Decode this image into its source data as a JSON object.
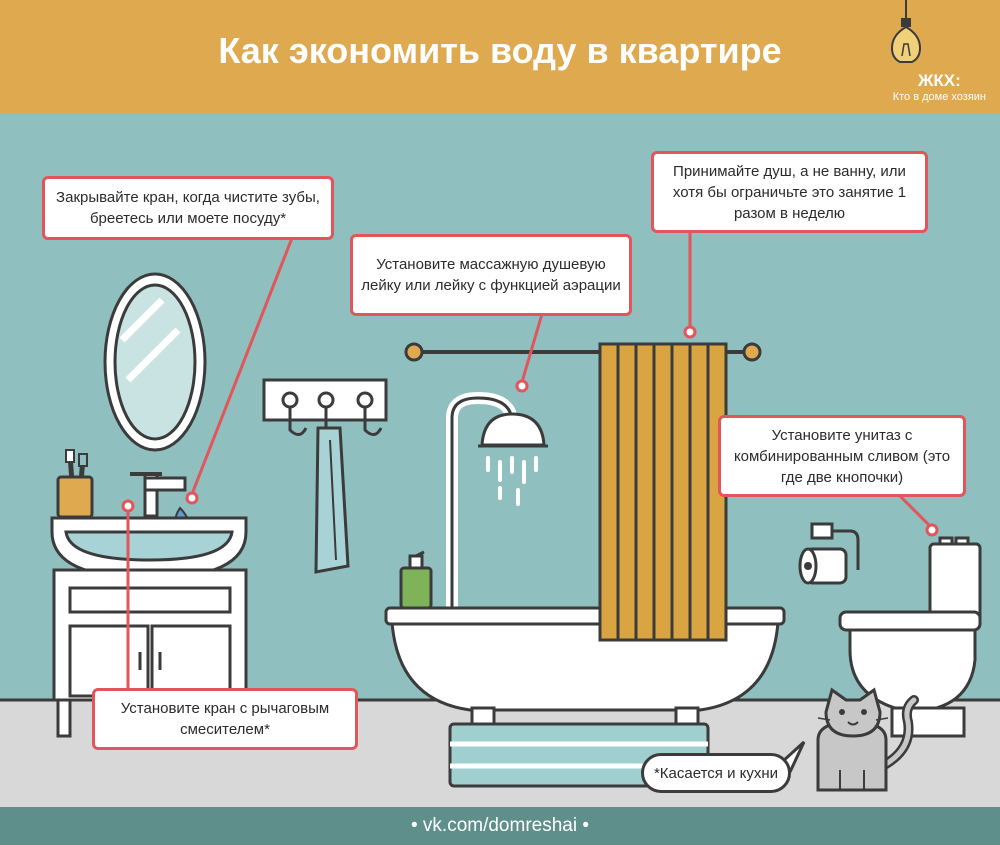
{
  "header": {
    "title": "Как экономить воду в квартире",
    "brand_name": "ЖКХ:",
    "brand_tagline": "Кто в доме хозяин"
  },
  "tips": {
    "close_tap": "Закрывайте кран, когда чистите зубы, бреетесь или моете посуду*",
    "shower_head": "Установите массажную душевую лейку или лейку с функцией аэрации",
    "shower_not_bath": "Принимайте душ, а не ванну, или хотя бы ограничьте это занятие 1 разом в неделю",
    "dual_flush": "Установите унитаз с комбинированным сливом (это где две кнопочки)",
    "lever_mixer": "Установите кран с рычаговым смесителем*"
  },
  "note_bubble": "*Касается и кухни",
  "footer": {
    "link": "• vk.com/domreshai •"
  },
  "colors": {
    "wall": "#8fbfbe",
    "header": "#dfa94f",
    "floor": "#d8d8d8",
    "accent": "#e2555a",
    "outline": "#3b3b3b",
    "curtain": "#d9a441",
    "footer": "#5e8f8b"
  }
}
